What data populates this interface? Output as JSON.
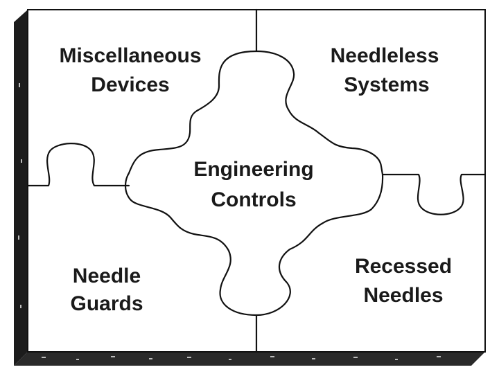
{
  "pieces": {
    "top_left": {
      "line1": "Miscellaneous",
      "line2": "Devices"
    },
    "top_right": {
      "line1": "Needleless",
      "line2": "Systems"
    },
    "bottom_left": {
      "line1": "Needle",
      "line2": "Guards"
    },
    "bottom_right": {
      "line1": "Recessed",
      "line2": "Needles"
    },
    "center": {
      "line1": "Engineering",
      "line2": "Controls"
    }
  },
  "colors": {
    "board": "#ffffff",
    "outline": "#111111",
    "shadow": "#1c1c1c",
    "text": "#1a1a1a"
  }
}
